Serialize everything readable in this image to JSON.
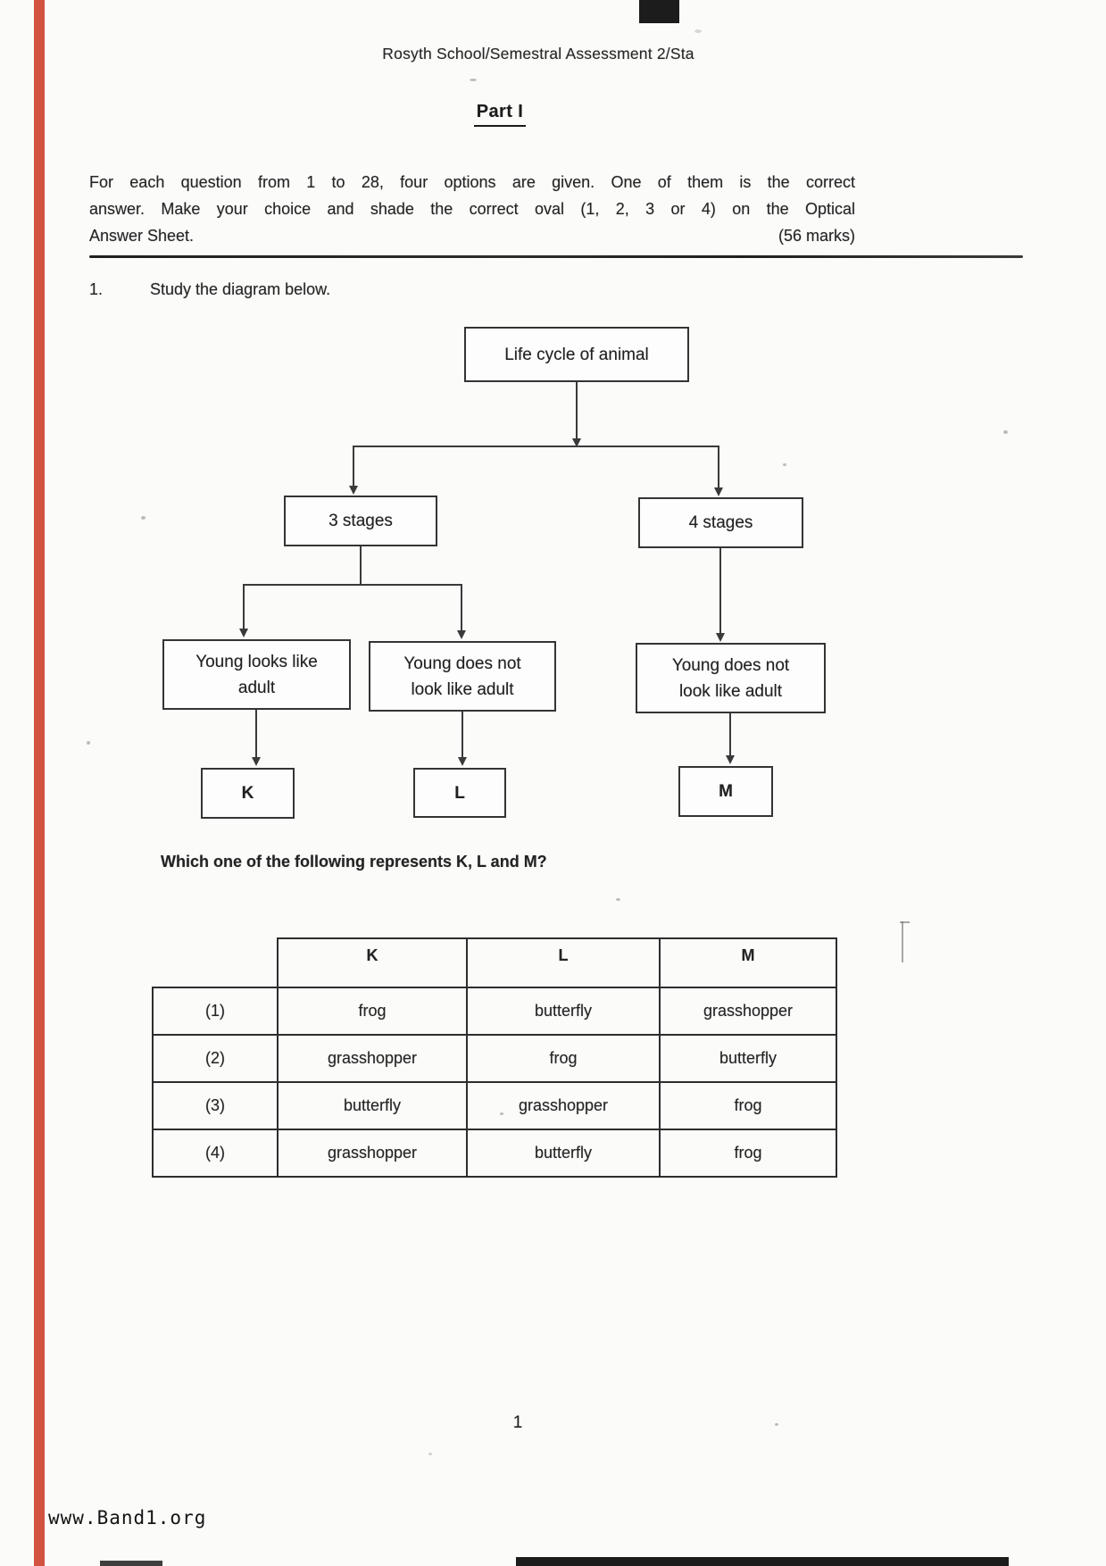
{
  "document": {
    "header_title": "Rosyth School/Semestral Assessment 2/Sta",
    "section_title": "Part I",
    "instructions": {
      "line1": "For each question from 1 to 28, four options are given. One of them is the correct",
      "line2": "answer. Make your choice and shade the correct oval (1, 2, 3 or 4) on the Optical",
      "line3": "Answer Sheet.",
      "marks_note": "(56 marks)"
    },
    "question": {
      "number": "1.",
      "prompt": "Study the diagram below.",
      "sub_prompt": "Which one of the following represents K, L and M?"
    },
    "page_number": "1",
    "watermark": "www.Band1.org"
  },
  "diagram": {
    "root_label": "Life cycle of animal",
    "stage_left_label": "3 stages",
    "stage_right_label": "4 stages",
    "leaf_left_line1": "Young looks like",
    "leaf_left_line2": "adult",
    "leaf_middle_line1": "Young does not",
    "leaf_middle_line2": "look like adult",
    "leaf_right_line1": "Young does not",
    "leaf_right_line2": "look like adult",
    "terminal_k": "K",
    "terminal_l": "L",
    "terminal_m": "M"
  },
  "options_table": {
    "column_headers": [
      "K",
      "L",
      "M"
    ],
    "rows": [
      {
        "label": "(1)",
        "k": "frog",
        "l": "butterfly",
        "m": "grasshopper"
      },
      {
        "label": "(2)",
        "k": "grasshopper",
        "l": "frog",
        "m": "butterfly"
      },
      {
        "label": "(3)",
        "k": "butterfly",
        "l": "grasshopper",
        "m": "frog"
      },
      {
        "label": "(4)",
        "k": "grasshopper",
        "l": "butterfly",
        "m": "frog"
      }
    ]
  },
  "colors": {
    "ink": "#222222",
    "box_border": "#343434",
    "margin_line_red": "#cf4430",
    "scan_bar_black": "#1c1c1c",
    "page_background": "#fbfbfa"
  }
}
